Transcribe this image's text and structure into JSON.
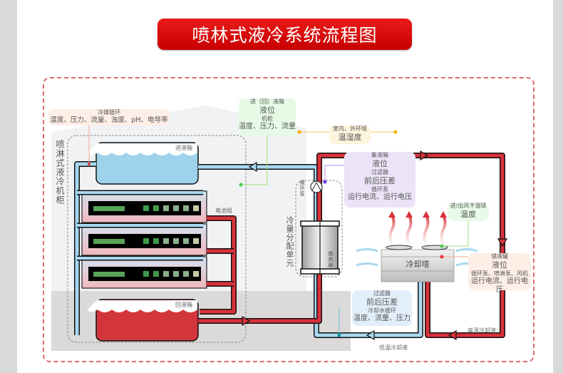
{
  "title": "喷林式液冷系统流程图",
  "colors": {
    "title_bg": "#d90d0d",
    "hot_pipe": "#d9323a",
    "cold_pipe": "#a8d8f0",
    "panel_border": "#e26b6b",
    "cold_tank": "#9fd3ec",
    "hot_tank": "#d2363c",
    "server_led": "#5aa45a"
  },
  "cabinet": {
    "label": "喷淋式液冷机柜",
    "supply_tank": "进液箱",
    "return_tank": "回液箱",
    "battery": "电池组",
    "servers": 3
  },
  "cdu": {
    "label": "冷量分配单元",
    "pump": "循环泵",
    "exchanger": "换热器"
  },
  "cooling_tower": {
    "label": "冷却塔"
  },
  "flows": {
    "hot_return": "高温冷却液",
    "cold_supply": "低温冷却液"
  },
  "callouts": {
    "coolant_loop": {
      "title": "冷媒循环",
      "value": "温度、压力、流量、浊度、pH、电导率"
    },
    "tank_cabinet": {
      "title1": "进（回）液箱",
      "value1": "液位",
      "title2": "机柜",
      "value2": "温度、压力、流量"
    },
    "environment": {
      "title": "室内、外环境",
      "value": "温湿度"
    },
    "collector": {
      "title1": "集液箱",
      "value1": "液位",
      "title2": "过滤器",
      "value2": "前后压差",
      "title3": "循环泵",
      "value3": "运行电流、运行电压"
    },
    "air_in_out": {
      "title": "进/出风干湿球",
      "value": "温度"
    },
    "storage": {
      "title1": "储液罐",
      "value1": "液位",
      "title2": "循环泵、喷淋泵、风机",
      "value2": "运行电流、运行电压"
    },
    "cooling_water": {
      "title1": "过滤器",
      "value1": "前后压差",
      "title2": "冷却水循环",
      "value2": "温度、流量、压力"
    }
  }
}
